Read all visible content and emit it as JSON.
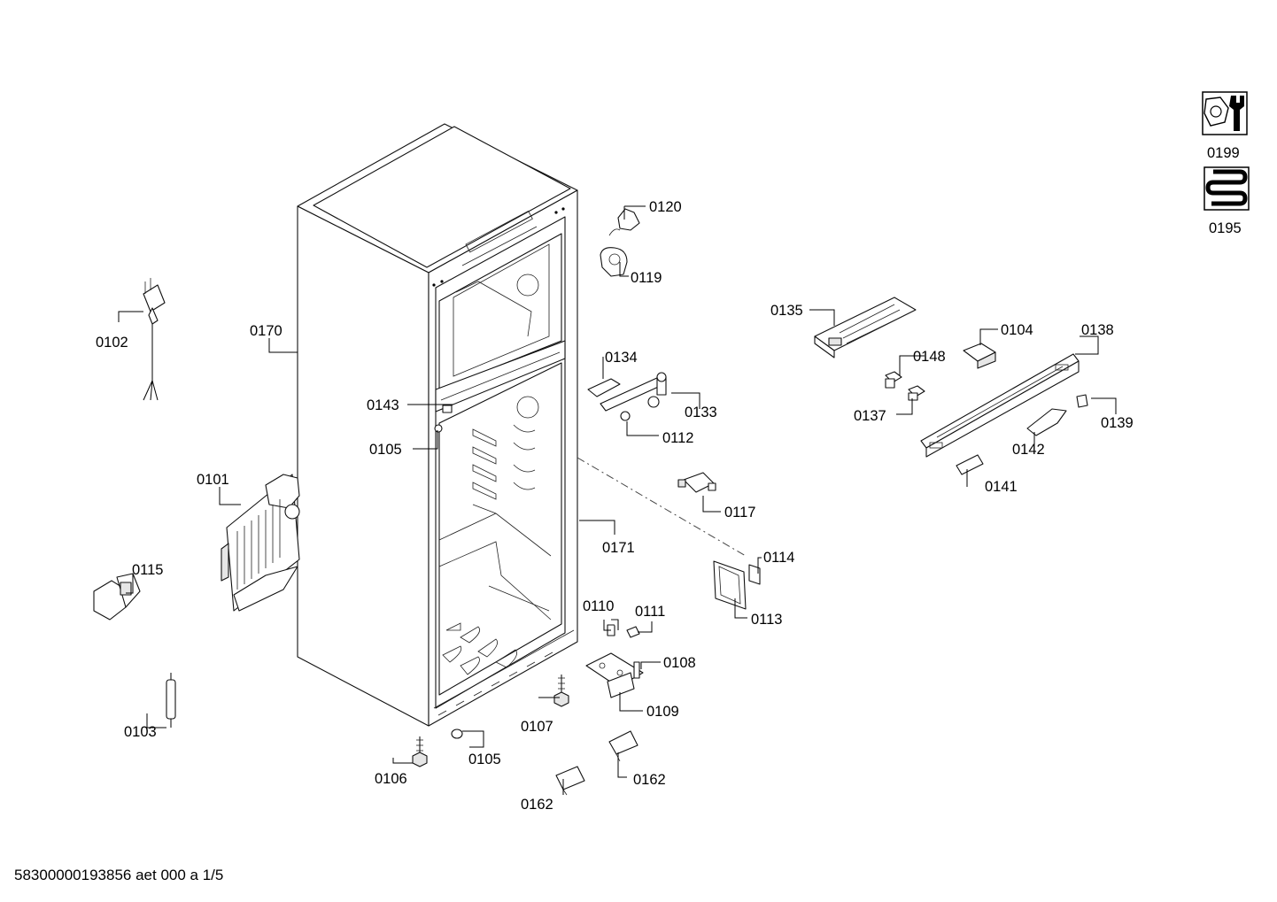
{
  "diagram": {
    "labels": {
      "p0199": "0199",
      "p0195": "0195",
      "p0120": "0120",
      "p0119": "0119",
      "p0102": "0102",
      "p0170": "0170",
      "p0135": "0135",
      "p0104": "0104",
      "p0138": "0138",
      "p0134": "0134",
      "p0148": "0148",
      "p0143": "0143",
      "p0133": "0133",
      "p0137": "0137",
      "p0139": "0139",
      "p0112": "0112",
      "p0105a": "0105",
      "p0142": "0142",
      "p0101": "0101",
      "p0141": "0141",
      "p0117": "0117",
      "p0171": "0171",
      "p0115": "0115",
      "p0114": "0114",
      "p0110": "0110",
      "p0111": "0111",
      "p0113": "0113",
      "p0108": "0108",
      "p0109": "0109",
      "p0103": "0103",
      "p0107": "0107",
      "p0105b": "0105",
      "p0106": "0106",
      "p0162a": "0162",
      "p0162b": "0162"
    }
  },
  "footer": {
    "text": "58300000193856 aet 000 a 1/5"
  }
}
